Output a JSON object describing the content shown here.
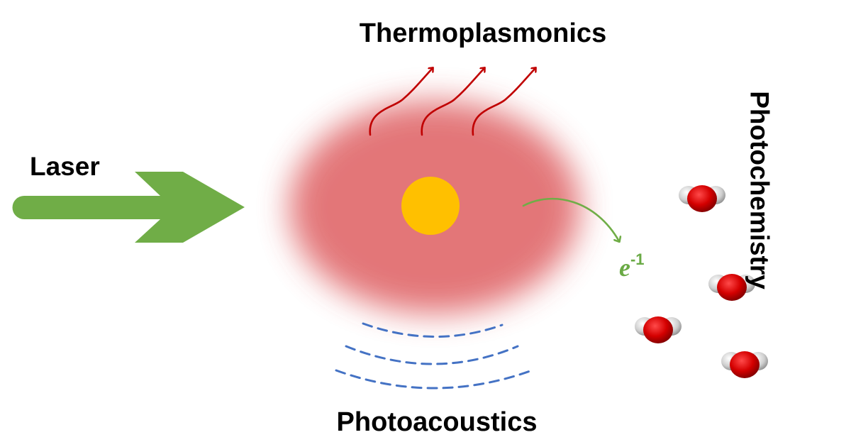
{
  "labels": {
    "thermoplasmonics": "Thermoplasmonics",
    "laser": "Laser",
    "photoacoustics": "Photoacoustics",
    "photochemistry": "Photochemistry",
    "electron": "e",
    "electron_superscript": "-1"
  },
  "colors": {
    "laser_arrow": "#70ad47",
    "glow": "#e0676b",
    "nanoparticle": "#ffc000",
    "heat_arrows": "#c00000",
    "sound_waves": "#4472c4",
    "electron": "#6aaa45",
    "oxygen_atom": "#d40000",
    "hydrogen_atom": "#cccccc"
  },
  "icons": {
    "nanoparticle": "gold-nanoparticle",
    "molecules": "water-molecule",
    "heat": "wavy-heat-arrow",
    "sound": "dashed-acoustic-wave"
  }
}
